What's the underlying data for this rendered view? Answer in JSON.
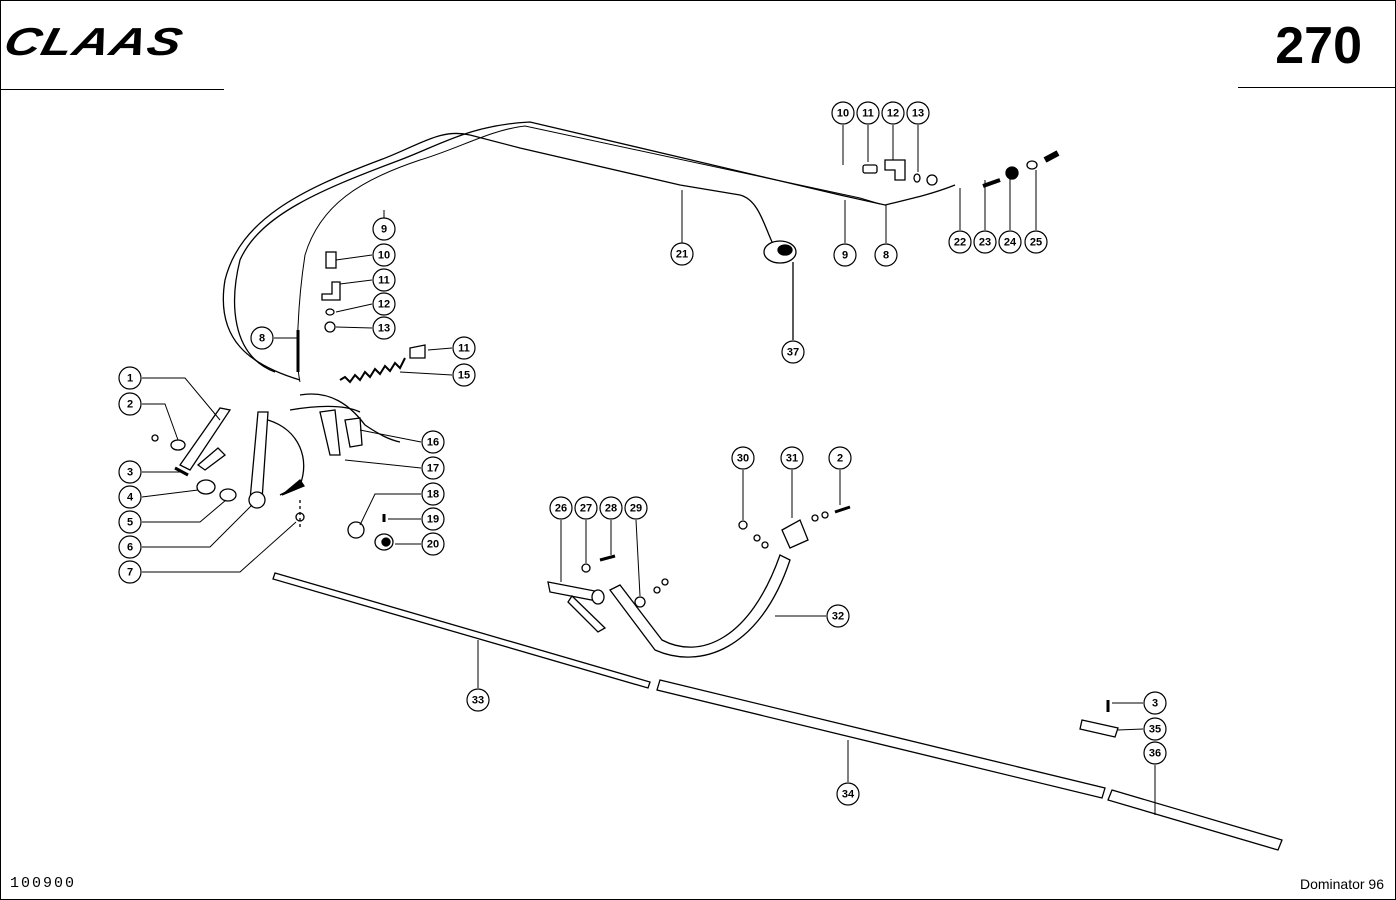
{
  "header": {
    "brand": "CLAAS",
    "page_number": "270"
  },
  "footer": {
    "doc_code": "100900",
    "model": "Dominator 96"
  },
  "callouts": [
    {
      "id": "c10a",
      "label": "10"
    },
    {
      "id": "c11a",
      "label": "11"
    },
    {
      "id": "c12a",
      "label": "12"
    },
    {
      "id": "c13a",
      "label": "13"
    },
    {
      "id": "c9a",
      "label": "9"
    },
    {
      "id": "c10b",
      "label": "10"
    },
    {
      "id": "c11b",
      "label": "11"
    },
    {
      "id": "c12b",
      "label": "12"
    },
    {
      "id": "c13b",
      "label": "13"
    },
    {
      "id": "c8a",
      "label": "8"
    },
    {
      "id": "c11c",
      "label": "11"
    },
    {
      "id": "c15",
      "label": "15"
    },
    {
      "id": "c21",
      "label": "21"
    },
    {
      "id": "c9b",
      "label": "9"
    },
    {
      "id": "c8b",
      "label": "8"
    },
    {
      "id": "c37",
      "label": "37"
    },
    {
      "id": "c22",
      "label": "22"
    },
    {
      "id": "c23",
      "label": "23"
    },
    {
      "id": "c24",
      "label": "24"
    },
    {
      "id": "c25",
      "label": "25"
    },
    {
      "id": "c1",
      "label": "1"
    },
    {
      "id": "c2a",
      "label": "2"
    },
    {
      "id": "c3a",
      "label": "3"
    },
    {
      "id": "c4",
      "label": "4"
    },
    {
      "id": "c5",
      "label": "5"
    },
    {
      "id": "c6",
      "label": "6"
    },
    {
      "id": "c7",
      "label": "7"
    },
    {
      "id": "c16",
      "label": "16"
    },
    {
      "id": "c17",
      "label": "17"
    },
    {
      "id": "c18",
      "label": "18"
    },
    {
      "id": "c19",
      "label": "19"
    },
    {
      "id": "c20",
      "label": "20"
    },
    {
      "id": "c30",
      "label": "30"
    },
    {
      "id": "c31",
      "label": "31"
    },
    {
      "id": "c2b",
      "label": "2"
    },
    {
      "id": "c26",
      "label": "26"
    },
    {
      "id": "c27",
      "label": "27"
    },
    {
      "id": "c28",
      "label": "28"
    },
    {
      "id": "c29",
      "label": "29"
    },
    {
      "id": "c32",
      "label": "32"
    },
    {
      "id": "c33",
      "label": "33"
    },
    {
      "id": "c34",
      "label": "34"
    },
    {
      "id": "c3b",
      "label": "3"
    },
    {
      "id": "c35",
      "label": "35"
    },
    {
      "id": "c36",
      "label": "36"
    }
  ]
}
